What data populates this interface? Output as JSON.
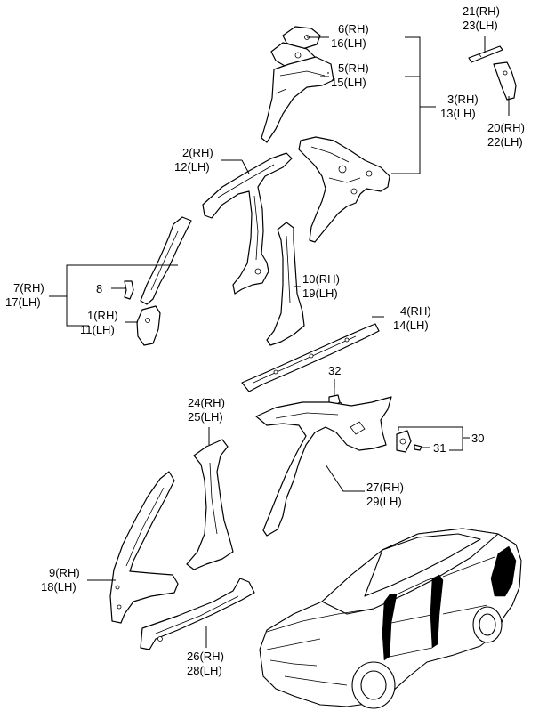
{
  "labels": [
    {
      "id": "p6",
      "rh": "6(RH)",
      "lh": "16(LH)"
    },
    {
      "id": "p5",
      "rh": "5(RH)",
      "lh": "15(LH)"
    },
    {
      "id": "p3",
      "rh": "3(RH)",
      "lh": "13(LH)"
    },
    {
      "id": "p21",
      "rh": "21(RH)",
      "lh": "23(LH)"
    },
    {
      "id": "p20",
      "rh": "20(RH)",
      "lh": "22(LH)"
    },
    {
      "id": "p2",
      "rh": "2(RH)",
      "lh": "12(LH)"
    },
    {
      "id": "p7",
      "rh": "7(RH)",
      "lh": "17(LH)"
    },
    {
      "id": "p8",
      "single": "8"
    },
    {
      "id": "p1",
      "rh": "1(RH)",
      "lh": "11(LH)"
    },
    {
      "id": "p10",
      "rh": "10(RH)",
      "lh": "19(LH)"
    },
    {
      "id": "p4",
      "rh": "4(RH)",
      "lh": "14(LH)"
    },
    {
      "id": "p32",
      "single": "32"
    },
    {
      "id": "p24",
      "rh": "24(RH)",
      "lh": "25(LH)"
    },
    {
      "id": "p30",
      "single": "30"
    },
    {
      "id": "p31",
      "single": "31"
    },
    {
      "id": "p27",
      "rh": "27(RH)",
      "lh": "29(LH)"
    },
    {
      "id": "p9",
      "rh": "9(RH)",
      "lh": "18(LH)"
    },
    {
      "id": "p26",
      "rh": "26(RH)",
      "lh": "28(LH)"
    }
  ]
}
